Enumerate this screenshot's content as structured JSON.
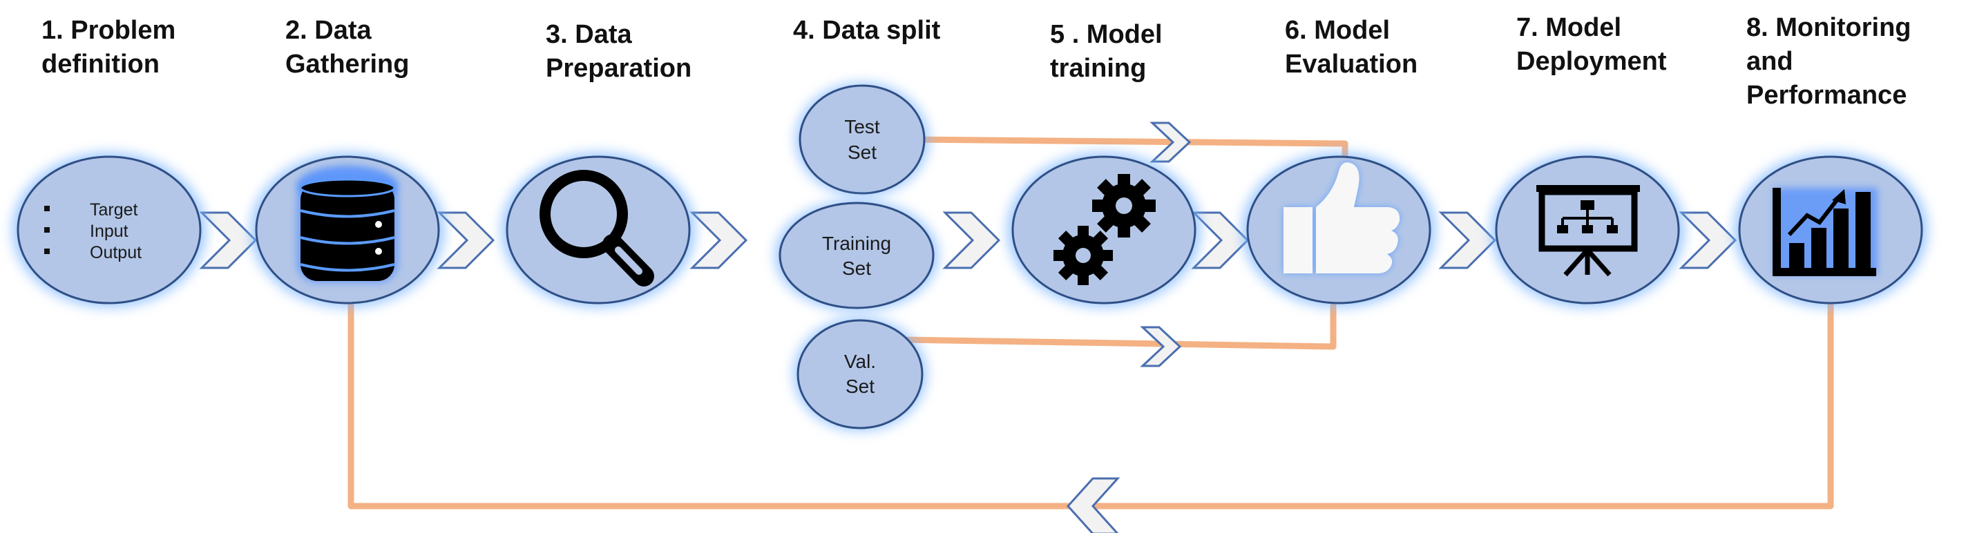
{
  "steps": [
    {
      "title": "1. Problem\ndefinition"
    },
    {
      "title": "2. Data\nGathering"
    },
    {
      "title": "3. Data\nPreparation"
    },
    {
      "title": "4. Data split"
    },
    {
      "title": "5 . Model\ntraining"
    },
    {
      "title": "6. Model\nEvaluation"
    },
    {
      "title": "7. Model\nDeployment"
    },
    {
      "title": "8. Monitoring\nand\nPerformance"
    }
  ],
  "problem_items": [
    "Target",
    "Input",
    "Output"
  ],
  "split_sets": {
    "test": [
      "Test",
      "Set"
    ],
    "training": [
      "Training",
      "Set"
    ],
    "validation": [
      "Val.",
      "Set"
    ]
  },
  "icons": {
    "step2": "database-icon",
    "step3": "magnifier-icon",
    "step5": "gears-icon",
    "step6": "thumbs-up-icon",
    "step7": "presentation-board-icon",
    "step8": "bar-chart-growth-icon"
  },
  "colors": {
    "circle_fill": "#b3c6e7",
    "circle_stroke": "#2f4f86",
    "glow": "#7db6ff",
    "feedback_line": "#f4b183",
    "chevron_fill": "#f2f2f2",
    "chevron_stroke": "#4a6fb0"
  }
}
